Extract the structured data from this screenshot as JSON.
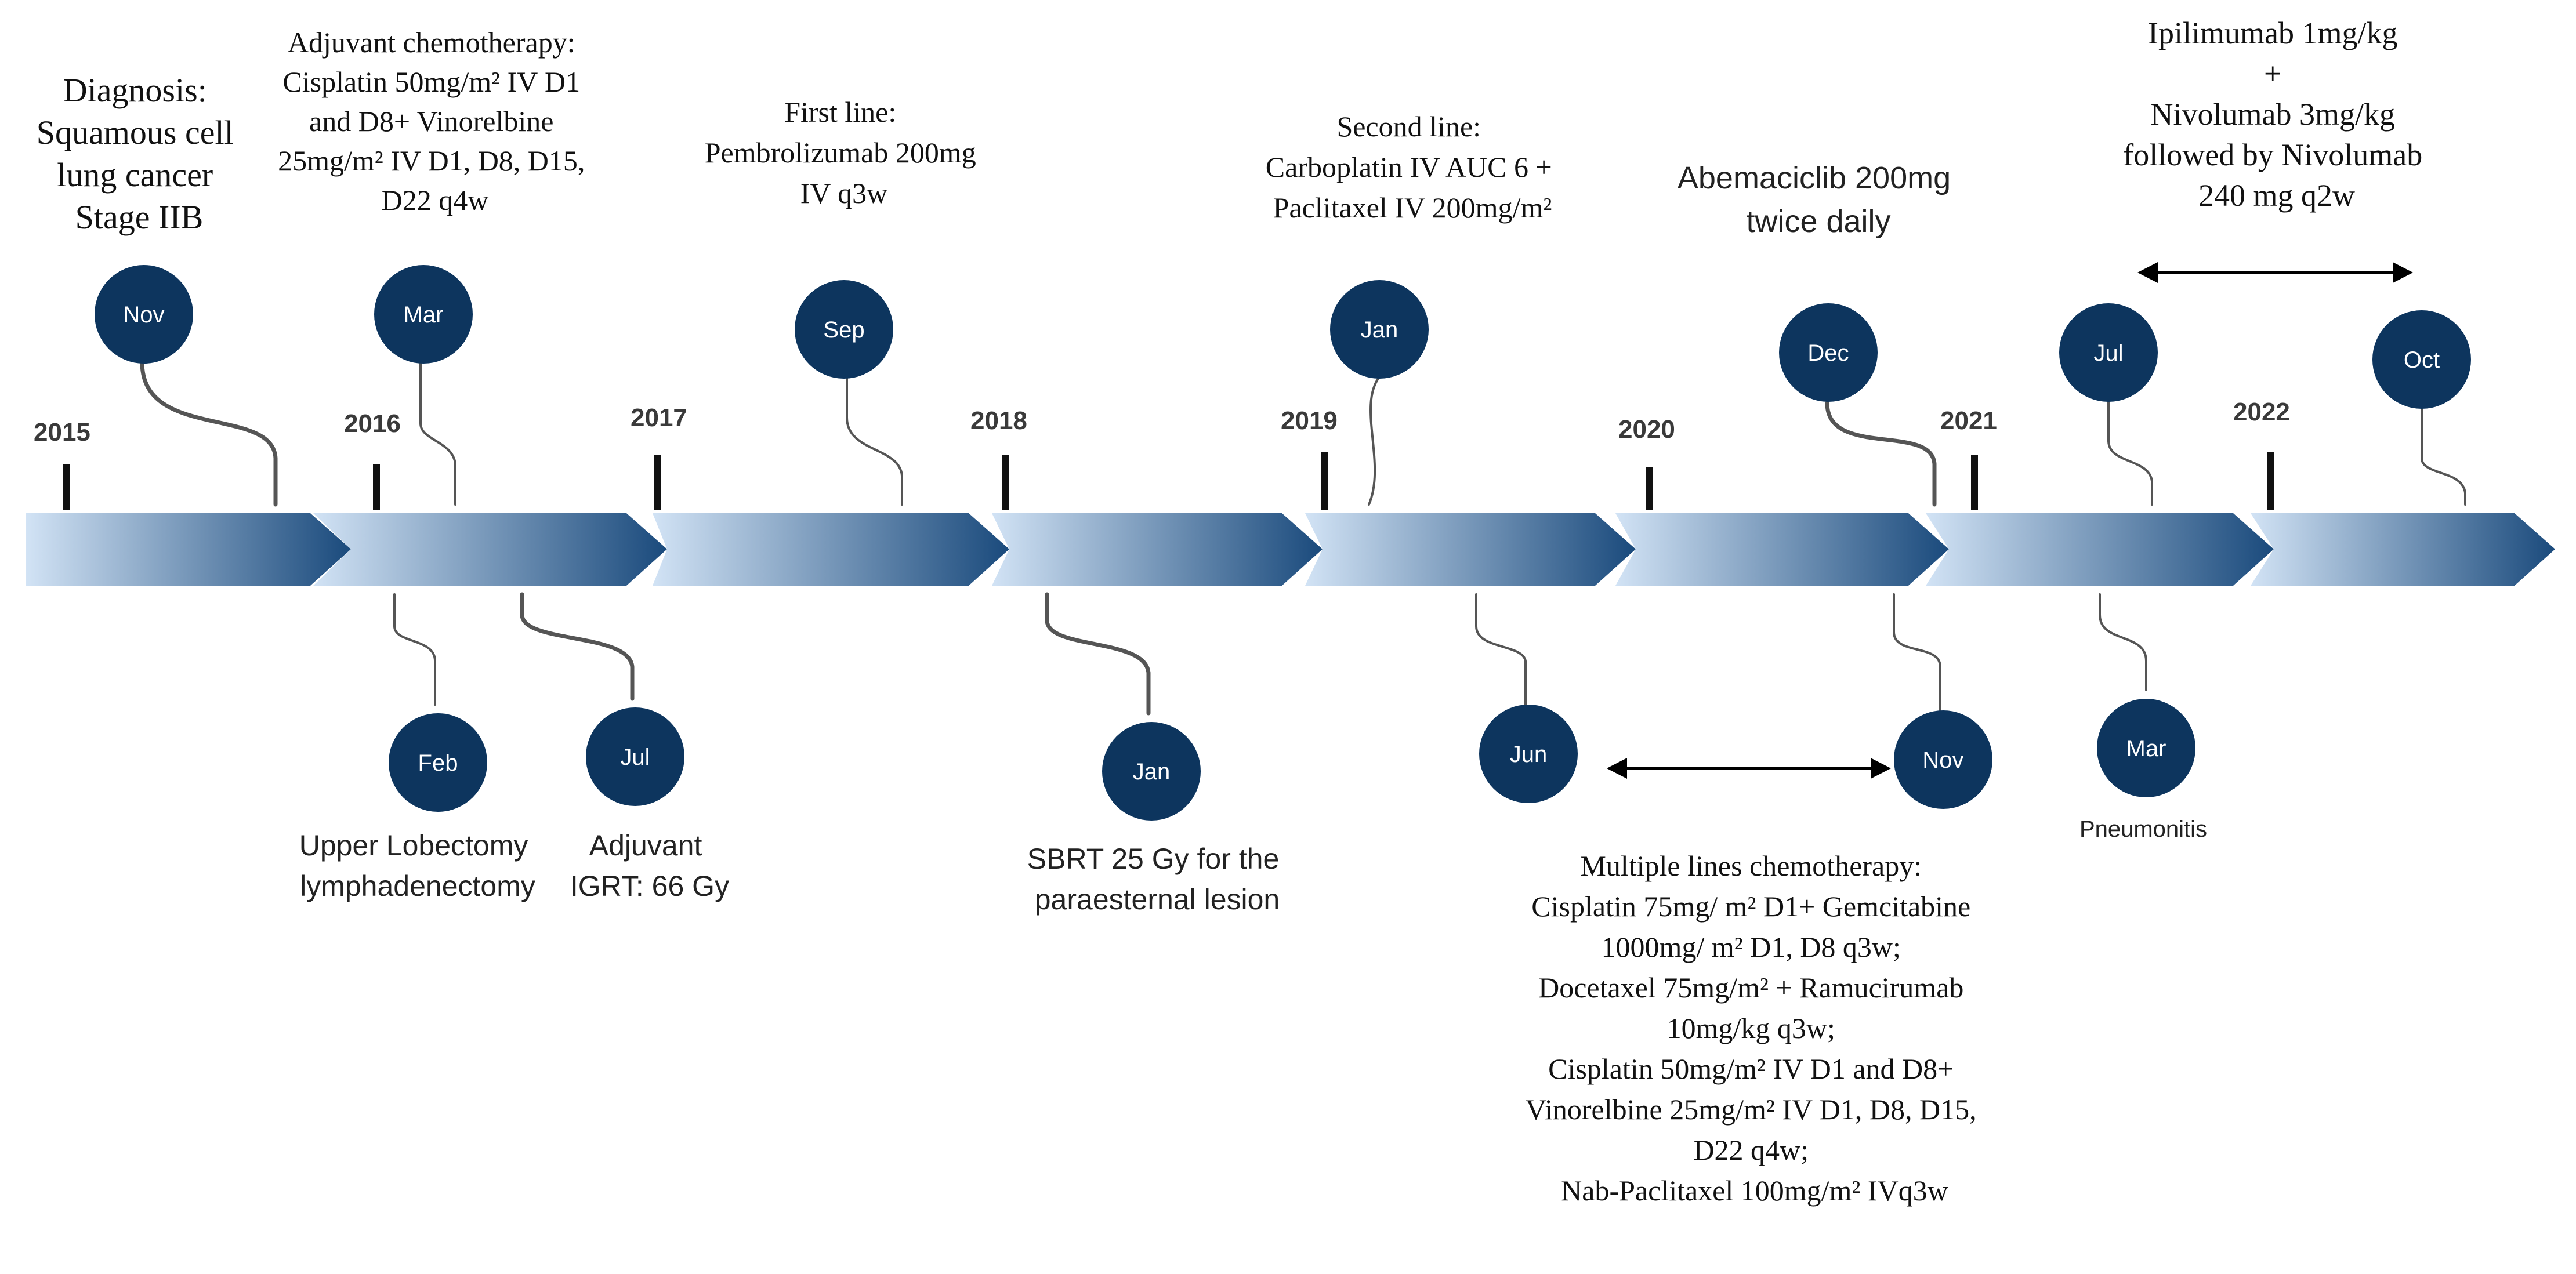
{
  "colors": {
    "node": "#0d355e",
    "band_start": "#d2e3f5",
    "band_end": "#1a4a7c",
    "tick": "#111111",
    "connector": "#555555"
  },
  "years": [
    "2015",
    "2016",
    "2017",
    "2018",
    "2019",
    "2020",
    "2021",
    "2022"
  ],
  "nodes": [
    {
      "id": "nov-2015",
      "label": "Nov"
    },
    {
      "id": "mar-2016",
      "label": "Mar"
    },
    {
      "id": "sep-2017",
      "label": "Sep"
    },
    {
      "id": "jan-2019",
      "label": "Jan"
    },
    {
      "id": "dec-2020",
      "label": "Dec"
    },
    {
      "id": "jul-2021",
      "label": "Jul"
    },
    {
      "id": "oct-2022",
      "label": "Oct"
    },
    {
      "id": "feb-2016",
      "label": "Feb"
    },
    {
      "id": "jul-2016",
      "label": "Jul"
    },
    {
      "id": "jan-2018",
      "label": "Jan"
    },
    {
      "id": "jun-2019",
      "label": "Jun"
    },
    {
      "id": "nov-2020",
      "label": "Nov"
    },
    {
      "id": "mar-2021",
      "label": "Mar"
    }
  ],
  "events": {
    "diagnosis": [
      "Diagnosis:",
      "Squamous cell",
      "lung cancer",
      "Stage IIB"
    ],
    "adjuvant_chemo": [
      "Adjuvant chemotherapy:",
      "Cisplatin 50mg/m² IV D1",
      "and D8+ Vinorelbine",
      "25mg/m² IV D1, D8, D15,",
      "D22 q4w"
    ],
    "first_line": [
      "First line:",
      "Pembrolizumab 200mg",
      "IV q3w"
    ],
    "second_line": [
      "Second line:",
      "Carboplatin  IV AUC 6 +",
      "Paclitaxel  IV 200mg/m²"
    ],
    "abemaciclib": [
      "Abemaciclib 200mg",
      "twice daily"
    ],
    "ipi_nivo": [
      "Ipilimumab  1mg/kg",
      "+",
      "Nivolumab  3mg/kg",
      "followed by Nivolumab",
      "240 mg  q2w"
    ],
    "lobectomy": [
      "Upper Lobectomy",
      "lymphadenectomy"
    ],
    "igrt": [
      "Adjuvant",
      "IGRT: 66 Gy"
    ],
    "sbrt": [
      "SBRT 25 Gy for the",
      "paraesternal lesion"
    ],
    "pneumonitis": [
      "Pneumonitis"
    ],
    "multiple_lines": [
      "Multiple lines chemotherapy:",
      "Cisplatin 75mg/ m²  D1+ Gemcitabine",
      "1000mg/ m² D1, D8 q3w;",
      "Docetaxel 75mg/m² + Ramucirumab",
      "10mg/kg  q3w;",
      "Cisplatin  50mg/m² IV D1 and D8+",
      "Vinorelbine  25mg/m² IV D1, D8, D15,",
      "D22  q4w;",
      "Nab-Paclitaxel  100mg/m²   IVq3w"
    ]
  }
}
